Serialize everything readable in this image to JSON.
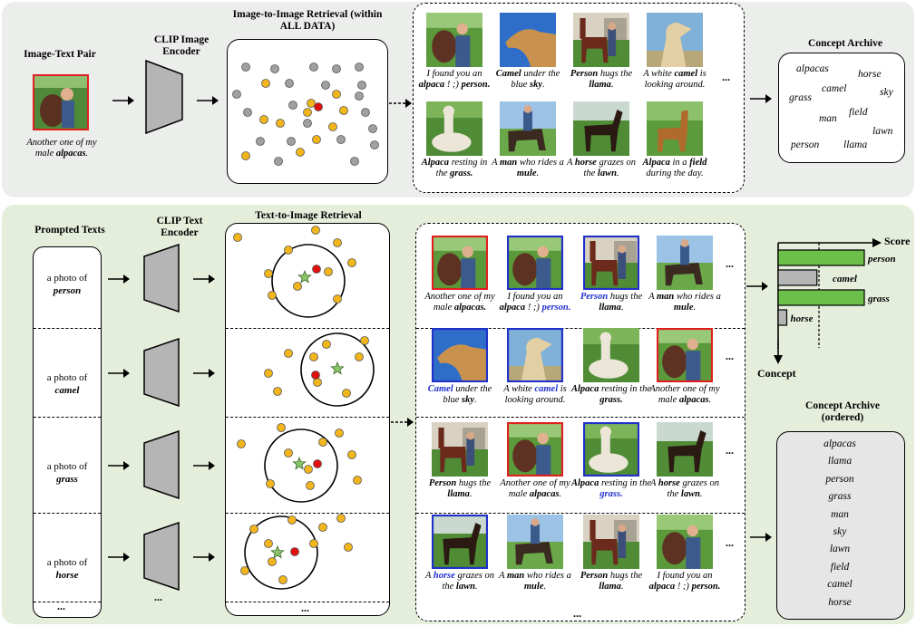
{
  "colors": {
    "top_bg": "#eceeec",
    "bottom_bg": "#e5eedb",
    "red_border": "#e02020",
    "blue_border": "#2030c8",
    "gray_point": "#a0a0a0",
    "yellow_point": "#f2b51c",
    "red_point": "#e01010",
    "green_star": "#8cc46a",
    "bar_green": "#6cc04a",
    "bar_gray": "#b5b5b5",
    "encoder_fill": "#b5b5b5"
  },
  "top": {
    "pair_title": "Image-Text Pair",
    "pair_caption_plain": "Another one of my male",
    "pair_caption_bold": "alpacas",
    "encoder_label": "CLIP Image Encoder",
    "retrieval_title": "Image-to-Image Retrieval (within ALL DATA)",
    "images": [
      {
        "parts": [
          [
            "I found you an ",
            ""
          ],
          [
            "alpaca",
            "b"
          ],
          [
            " ! ;) ",
            ""
          ],
          [
            "person.",
            "b"
          ]
        ],
        "icon": "alpaca-person-photo"
      },
      {
        "parts": [
          [
            "Camel",
            "b"
          ],
          [
            " under the blue ",
            ""
          ],
          [
            "sky",
            "b"
          ],
          [
            ".",
            ""
          ]
        ],
        "icon": "camel-photo"
      },
      {
        "parts": [
          [
            "Person",
            "b"
          ],
          [
            " hugs the ",
            ""
          ],
          [
            "llama",
            "b"
          ],
          [
            ".",
            ""
          ]
        ],
        "icon": "person-llama-photo"
      },
      {
        "parts": [
          [
            "A white ",
            ""
          ],
          [
            "camel",
            "b"
          ],
          [
            " is looking around.",
            ""
          ]
        ],
        "icon": "white-camel-photo"
      },
      {
        "parts": [
          [
            "Alpaca",
            "b"
          ],
          [
            " resting in the ",
            ""
          ],
          [
            "grass.",
            "b"
          ]
        ],
        "icon": "resting-alpaca-photo"
      },
      {
        "parts": [
          [
            "A ",
            ""
          ],
          [
            "man",
            "b"
          ],
          [
            " who rides a ",
            ""
          ],
          [
            "mule",
            "b"
          ],
          [
            ".",
            ""
          ]
        ],
        "icon": "man-mule-photo"
      },
      {
        "parts": [
          [
            "A ",
            ""
          ],
          [
            "horse",
            "b"
          ],
          [
            " grazes on the ",
            ""
          ],
          [
            "lawn",
            "b"
          ],
          [
            ".",
            ""
          ]
        ],
        "icon": "horse-photo"
      },
      {
        "parts": [
          [
            "Alpaca",
            "b"
          ],
          [
            " in a ",
            ""
          ],
          [
            "field",
            "b"
          ],
          [
            " during the day.",
            ""
          ]
        ],
        "icon": "alpaca-field-photo"
      }
    ],
    "ellipsis": "...",
    "archive_title": "Concept Archive",
    "archive_words": [
      "alpacas",
      "horse",
      "grass",
      "camel",
      "sky",
      "man",
      "field",
      "lawn",
      "person",
      "llama"
    ]
  },
  "bottom": {
    "prompts_title": "Prompted Texts",
    "prompt_prefix": "a photo of",
    "prompt_words": [
      "person",
      "camel",
      "grass",
      "horse"
    ],
    "encoder_label": "CLIP Text Encoder",
    "retrieval_title": "Text-to-Image Retrieval",
    "ellipsis": "...",
    "rows": [
      [
        {
          "border": "red",
          "icon": "alpaca-person-photo",
          "parts": [
            [
              "Another one of my male ",
              ""
            ],
            [
              "alpacas.",
              "b"
            ]
          ]
        },
        {
          "border": "blue",
          "icon": "alpaca-person-photo",
          "parts": [
            [
              "I found you an ",
              ""
            ],
            [
              "alpaca",
              "b"
            ],
            [
              " ! ;) ",
              ""
            ],
            [
              "person.",
              "bb"
            ]
          ]
        },
        {
          "border": "blue",
          "icon": "person-llama-photo",
          "parts": [
            [
              "Person",
              "bb"
            ],
            [
              " hugs the ",
              ""
            ],
            [
              "llama",
              "b"
            ],
            [
              ".",
              ""
            ]
          ]
        },
        {
          "border": "",
          "icon": "man-mule-photo",
          "parts": [
            [
              "A ",
              ""
            ],
            [
              "man",
              "b"
            ],
            [
              " who rides a ",
              ""
            ],
            [
              "mule",
              "b"
            ],
            [
              ".",
              ""
            ]
          ]
        }
      ],
      [
        {
          "border": "blue",
          "icon": "camel-photo",
          "parts": [
            [
              "Camel",
              "bb"
            ],
            [
              " under the blue ",
              ""
            ],
            [
              "sky",
              "b"
            ],
            [
              ".",
              ""
            ]
          ]
        },
        {
          "border": "blue",
          "icon": "white-camel-photo",
          "parts": [
            [
              "A white ",
              ""
            ],
            [
              "camel",
              "bb"
            ],
            [
              " is looking around.",
              ""
            ]
          ]
        },
        {
          "border": "",
          "icon": "resting-alpaca-photo",
          "parts": [
            [
              "Alpaca",
              "b"
            ],
            [
              " resting in the ",
              ""
            ],
            [
              "grass.",
              "b"
            ]
          ]
        },
        {
          "border": "red",
          "icon": "alpaca-person-photo",
          "parts": [
            [
              "Another one of my male ",
              ""
            ],
            [
              "alpacas",
              "b"
            ],
            [
              ".",
              ""
            ]
          ]
        }
      ],
      [
        {
          "border": "",
          "icon": "person-llama-photo",
          "parts": [
            [
              "Person",
              "b"
            ],
            [
              " hugs the ",
              ""
            ],
            [
              "llama",
              "b"
            ],
            [
              ".",
              ""
            ]
          ]
        },
        {
          "border": "red",
          "icon": "alpaca-person-photo",
          "parts": [
            [
              "Another one of my male ",
              ""
            ],
            [
              "alpacas",
              "b"
            ],
            [
              ".",
              ""
            ]
          ]
        },
        {
          "border": "blue",
          "icon": "resting-alpaca-photo",
          "parts": [
            [
              "Alpaca",
              "b"
            ],
            [
              " resting in the ",
              ""
            ],
            [
              "grass.",
              "bb"
            ]
          ]
        },
        {
          "border": "",
          "icon": "horse-photo",
          "parts": [
            [
              "A ",
              ""
            ],
            [
              "horse",
              "b"
            ],
            [
              " grazes on the ",
              ""
            ],
            [
              "lawn",
              "b"
            ],
            [
              ".",
              ""
            ]
          ]
        }
      ],
      [
        {
          "border": "blue",
          "icon": "horse-photo",
          "parts": [
            [
              "A ",
              ""
            ],
            [
              "horse",
              "bb"
            ],
            [
              " grazes on the ",
              ""
            ],
            [
              "lawn",
              "b"
            ],
            [
              ".",
              ""
            ]
          ]
        },
        {
          "border": "",
          "icon": "man-mule-photo",
          "parts": [
            [
              "A ",
              ""
            ],
            [
              "man",
              "b"
            ],
            [
              " who rides a ",
              ""
            ],
            [
              "mule",
              "b"
            ],
            [
              ".",
              ""
            ]
          ]
        },
        {
          "border": "",
          "icon": "person-llama-photo",
          "parts": [
            [
              "Person",
              "b"
            ],
            [
              " hugs the ",
              ""
            ],
            [
              "llama",
              "b"
            ],
            [
              ".",
              ""
            ]
          ]
        },
        {
          "border": "",
          "icon": "alpaca-person-photo",
          "parts": [
            [
              "I found you an ",
              ""
            ],
            [
              "alpaca",
              "b"
            ],
            [
              " ! ;) ",
              ""
            ],
            [
              "person.",
              "b"
            ]
          ]
        }
      ]
    ],
    "score_label": "Score",
    "concept_label": "Concept",
    "bars": [
      {
        "label": "person",
        "color": "green",
        "value": 1.0
      },
      {
        "label": "camel",
        "color": "gray",
        "value": 0.45
      },
      {
        "label": "grass",
        "color": "green",
        "value": 1.0
      },
      {
        "label": "horse",
        "color": "gray",
        "value": 0.1
      }
    ],
    "archive_title": "Concept Archive (ordered)",
    "archive_words": [
      "alpacas",
      "llama",
      "person",
      "grass",
      "man",
      "sky",
      "lawn",
      "field",
      "camel",
      "horse"
    ]
  }
}
